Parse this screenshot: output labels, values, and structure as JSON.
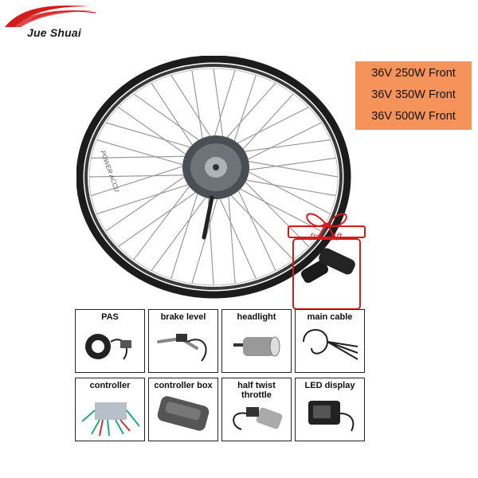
{
  "brand": {
    "name": "Jue Shuai"
  },
  "options": [
    "36V 250W Front",
    "36V 350W Front",
    "36V 500W Front"
  ],
  "gift": {
    "label": "free gift"
  },
  "parts": [
    {
      "label": "PAS",
      "icon": "pas-sensor-icon"
    },
    {
      "label": "brake level",
      "icon": "brake-lever-icon"
    },
    {
      "label": "headlight",
      "icon": "headlight-icon"
    },
    {
      "label": "main cable",
      "icon": "main-cable-icon"
    },
    {
      "label": "controller",
      "icon": "controller-icon"
    },
    {
      "label": "controller box",
      "icon": "controller-box-icon"
    },
    {
      "label": "half twist throttle",
      "label_line1": "half twist",
      "label_line2": "throttle",
      "icon": "throttle-icon"
    },
    {
      "label": "LED display",
      "icon": "led-display-icon"
    }
  ],
  "colors": {
    "accent": "#f6935a",
    "logo_red": "#d41c1c",
    "frame": "#222222"
  }
}
